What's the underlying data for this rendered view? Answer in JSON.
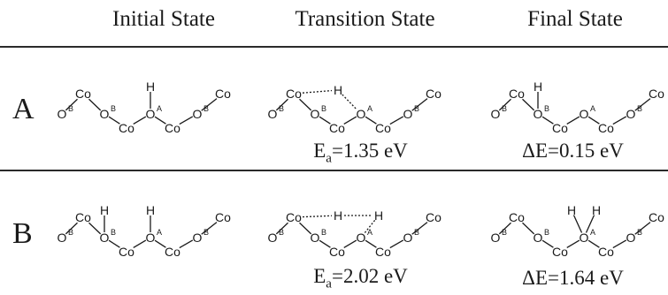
{
  "columns": [
    "Initial State",
    "Transition State",
    "Final State"
  ],
  "rows": [
    {
      "label": "A",
      "transition_energy": {
        "symbol": "E",
        "subscript": "a",
        "value": "=1.35 eV"
      },
      "final_energy": {
        "symbol": "ΔE",
        "value": "=0.15 eV"
      }
    },
    {
      "label": "B",
      "transition_energy": {
        "symbol": "E",
        "subscript": "a",
        "value": "=2.02 eV"
      },
      "final_energy": {
        "symbol": "ΔE",
        "value": "=1.64 eV"
      }
    }
  ],
  "atoms": {
    "co": "Co",
    "o": "O",
    "h": "H",
    "site_a": "A",
    "site_b": "B"
  }
}
